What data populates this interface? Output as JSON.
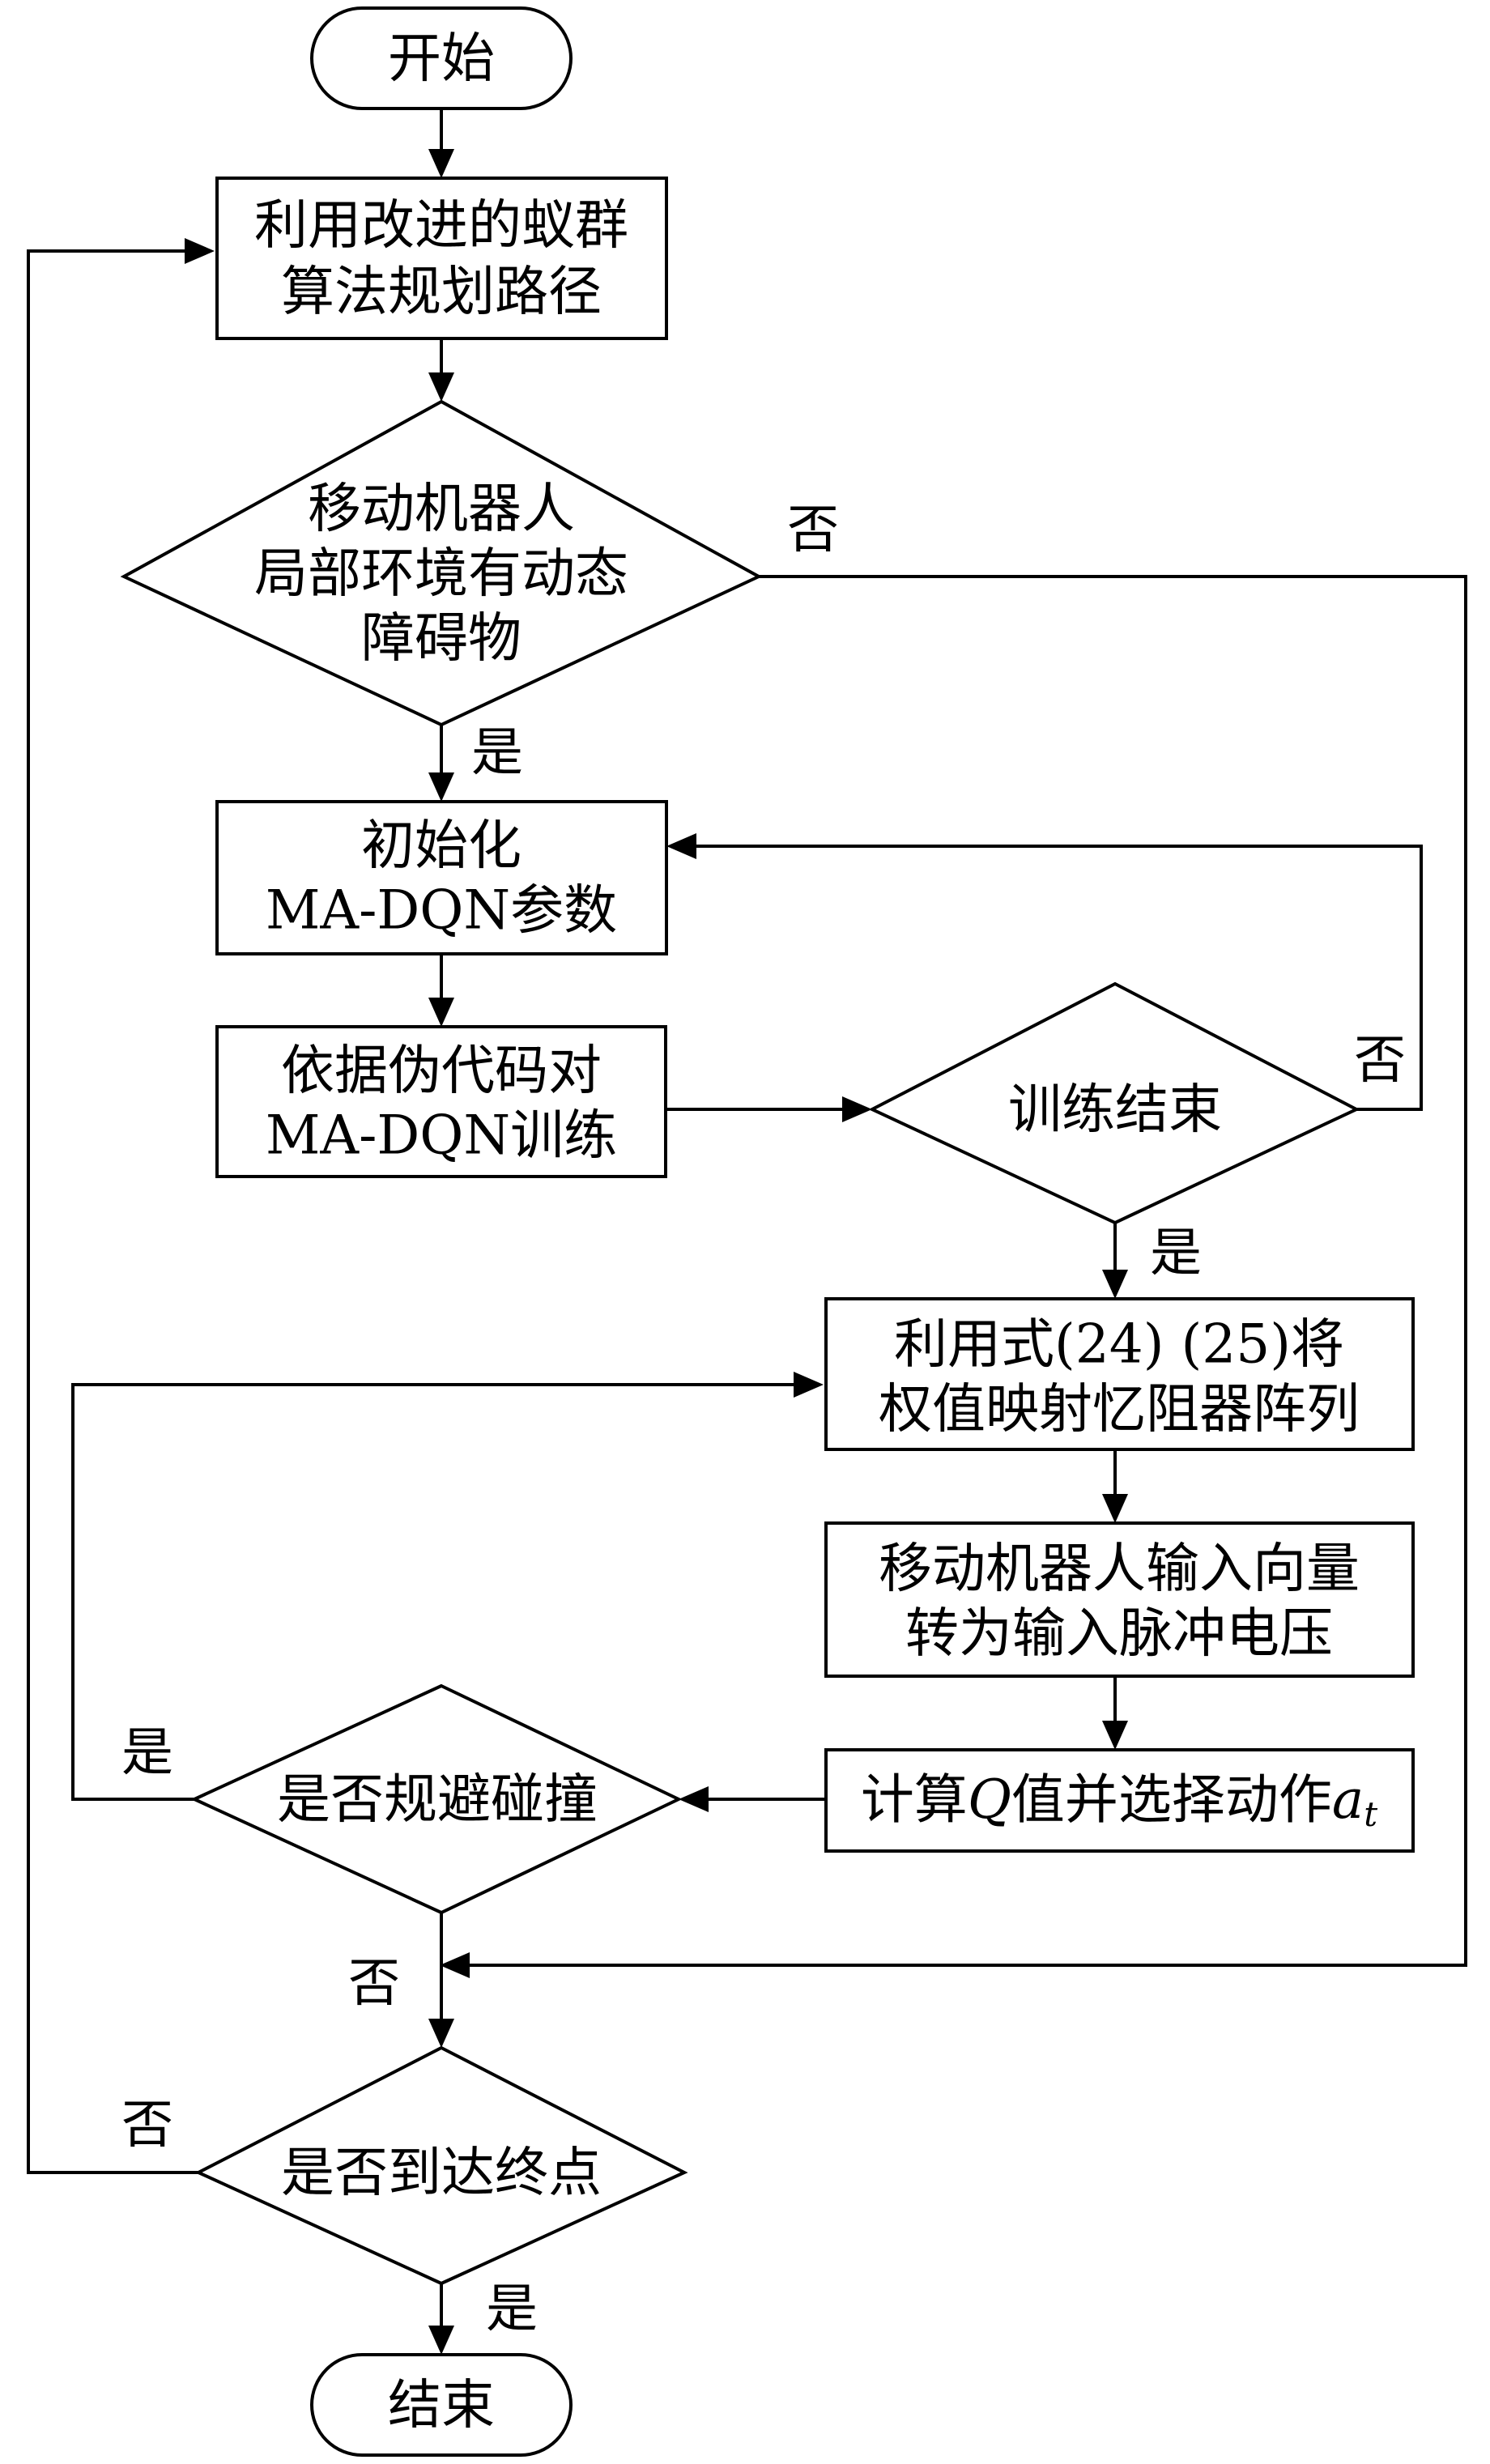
{
  "nodes": {
    "start": "开始",
    "plan": [
      "利用改进的蚁群",
      "算法规划路径"
    ],
    "dyn_obstacle": [
      "移动机器人",
      "局部环境有动态",
      "障碍物"
    ],
    "init": [
      "初始化",
      "MA-DQN参数"
    ],
    "train": [
      "依据伪代码对",
      "MA-DQN训练"
    ],
    "train_end": "训练结束",
    "map_weights": [
      "利用式(24) (25)将",
      "权值映射忆阻器阵列"
    ],
    "convert": [
      "移动机器人输入向量",
      "转为输入脉冲电压"
    ],
    "compute": {
      "prefix": "计算",
      "q": "Q",
      "middle": "值并选择动作",
      "a": "a",
      "t": "t"
    },
    "avoid": "是否规避碰撞",
    "reach": "是否到达终点",
    "end": "结束"
  },
  "labels": {
    "no_dyn": "否",
    "yes_dyn": "是",
    "no_train": "否",
    "yes_train": "是",
    "yes_avoid": "是",
    "no_avoid": "否",
    "no_reach": "否",
    "yes_reach": "是"
  }
}
